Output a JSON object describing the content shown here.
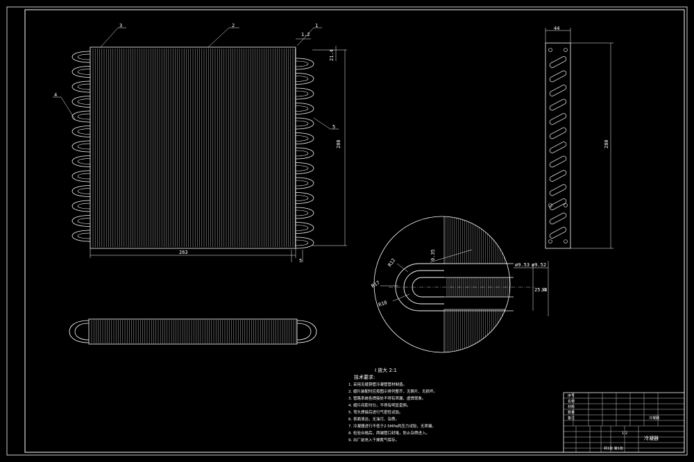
{
  "drawing": {
    "scale_label": "I 放大 2:1",
    "notes_title": "技术要求:",
    "notes": [
      "1. 采用无缝铜管冷凝管管材制造。",
      "2. 翅片装配时应按图示排列整齐，无倒片、无损坏。",
      "3. 管路系统各焊接处不得有泄漏、虚焊现象。",
      "4. 翅片间距均匀，不得有明显歪斜。",
      "5. 弯头焊接后进行气密性试验。",
      "6. 表面清洁，无油污、杂质。",
      "7. 冷凝器进行不低于2.5MPa的压力试验，无泄漏。",
      "8. 检验合格后，两端管口封堵，防止杂质进入。",
      "9. 出厂前充入干燥氮气保存。"
    ]
  },
  "views": {
    "front": {
      "balloons": [
        "3",
        "2",
        "1",
        "4",
        "5"
      ],
      "dims": {
        "width": "263",
        "height": "280",
        "top_right": "21.4",
        "fin_pitch": "1.2",
        "tube_gap": "5"
      }
    },
    "side": {
      "dims": {
        "width": "44",
        "height": "280"
      }
    },
    "detail": {
      "dims": {
        "r_outer": "R17",
        "r_mid": "R12",
        "r_inner": "R10",
        "d_a": "ø9.53",
        "d_b": "ø9.52",
        "w_a": "25.4",
        "w_b": "33",
        "t_a": "0.35"
      }
    }
  },
  "title_block": {
    "company": "冷凝器",
    "rows": [
      "序号",
      "名称",
      "材料",
      "数量",
      "备注"
    ],
    "drawing_name": "冷凝器",
    "scale": "1:2",
    "sheet": "共1张 第1张"
  },
  "colors": {
    "line": "#ffffff",
    "background": "#000000"
  }
}
